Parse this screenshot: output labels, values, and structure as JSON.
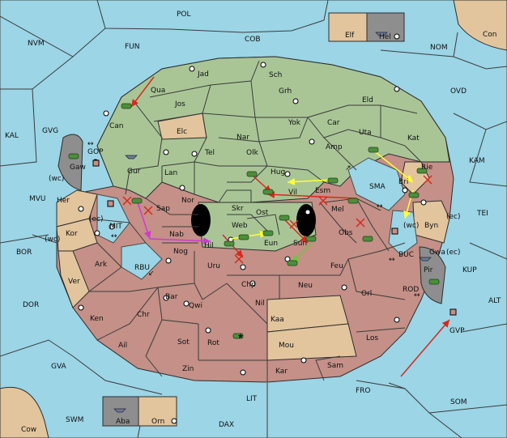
{
  "colors": {
    "sea": "#9bd5e6",
    "green_power": "#a9c596",
    "red_power": "#c49087",
    "neutral": "#e2c59d",
    "impassable": "#8e8e8e",
    "arrow_red": "#d8291c",
    "arrow_yellow": "#ffff33",
    "arrow_magenta": "#d03ad0",
    "arrow_lime": "#66cc33"
  },
  "labels": {
    "POL": "POL",
    "NVM": "NVM",
    "FUN": "FUN",
    "COB": "COB",
    "Elf": "Elf",
    "Hel": "Hel",
    "Con": "Con",
    "NOM": "NOM",
    "OVD": "OVD",
    "KAL": "KAL",
    "GVG": "GVG",
    "KAM": "KAM",
    "Jad": "Jad",
    "Sch": "Sch",
    "Qua": "Qua",
    "Jos": "Jos",
    "Grh": "Grh",
    "Eld": "Eld",
    "Can": "Can",
    "Elc": "Elc",
    "Nar": "Nar",
    "Yok": "Yok",
    "Car": "Car",
    "Uta": "Uta",
    "Kat": "Kat",
    "Tel": "Tel",
    "Olk": "Olk",
    "Amp": "Amp",
    "GOP": "GOP",
    "Gaw": "Gaw",
    "Gur": "Gur",
    "Lan": "Lan",
    "Hug": "Hug",
    "Rie": "Rie",
    "wc1": "(wc)",
    "SMA": "SMA",
    "Bri": "Bri",
    "MVU": "MVU",
    "Her": "Her",
    "Nor": "Nor",
    "Vil": "Vil",
    "Esm": "Esm",
    "TEI": "TEI",
    "Sap": "Sap",
    "Skr": "Skr",
    "Ost": "Ost",
    "Mel": "Mel",
    "ec1": "(ec)",
    "Byn": "Byn",
    "ec2": "(ec)",
    "MIT": "MIT",
    "wc2": "(wc)",
    "Kor": "Kor",
    "wc3": "(wc)",
    "Web": "Web",
    "Nab": "Nab",
    "Obs": "Obs",
    "Gwa": "Gwa",
    "ec3": "(ec)",
    "BOR": "BOR",
    "Eun": "Eun",
    "Hil": "Hil",
    "Sun": "Sun",
    "BUC": "BUC",
    "Nog": "Nog",
    "RBU": "RBU",
    "Ark": "Ark",
    "Uru": "Uru",
    "Feu": "Feu",
    "Pir": "Pir",
    "KUP": "KUP",
    "Ver": "Ver",
    "Chp": "Chp",
    "Neu": "Neu",
    "Orl": "Orl",
    "ROD": "ROD",
    "Bar": "Bar",
    "Qwi": "Qwi",
    "DOR": "DOR",
    "Nil": "Nil",
    "ALT": "ALT",
    "Ken": "Ken",
    "Chr": "Chr",
    "Kaa": "Kaa",
    "GVP": "GVP",
    "Los": "Los",
    "Ail": "Ail",
    "Sot": "Sot",
    "Rot": "Rot",
    "Mou": "Mou",
    "GVA": "GVA",
    "Zin": "Zin",
    "Kar": "Kar",
    "Sam": "Sam",
    "FRO": "FRO",
    "LIT": "LIT",
    "SOM": "SOM",
    "SWM": "SWM",
    "Aba": "Aba",
    "Orn": "Orn",
    "DAX": "DAX",
    "Cow": "Cow"
  },
  "units": {
    "green": [
      {
        "type": "army",
        "region": "Can"
      },
      {
        "type": "army",
        "region": "Gaw"
      },
      {
        "type": "army",
        "region": "Uta"
      },
      {
        "type": "army",
        "region": "Esm"
      },
      {
        "type": "army",
        "region": "Vil"
      },
      {
        "type": "army",
        "region": "Hug"
      },
      {
        "type": "army",
        "region": "Sun"
      },
      {
        "type": "army",
        "region": "Web"
      },
      {
        "type": "army",
        "region": "Eun"
      },
      {
        "type": "army",
        "region": "Hil"
      },
      {
        "type": "army",
        "region": "Rot"
      },
      {
        "type": "army",
        "region": "Rie"
      },
      {
        "type": "army",
        "region": "Mel"
      },
      {
        "type": "army",
        "region": "Obs"
      },
      {
        "type": "army",
        "region": "Bri"
      },
      {
        "type": "army",
        "region": "Pir"
      },
      {
        "type": "army",
        "region": "Sap"
      },
      {
        "type": "army",
        "region": "Feu"
      }
    ],
    "blue": [
      {
        "type": "fleet",
        "region": "Hel"
      },
      {
        "type": "fleet",
        "region": "Aba"
      },
      {
        "type": "fleet",
        "region": "Gur"
      },
      {
        "type": "fleet",
        "region": "Gwa"
      }
    ]
  }
}
